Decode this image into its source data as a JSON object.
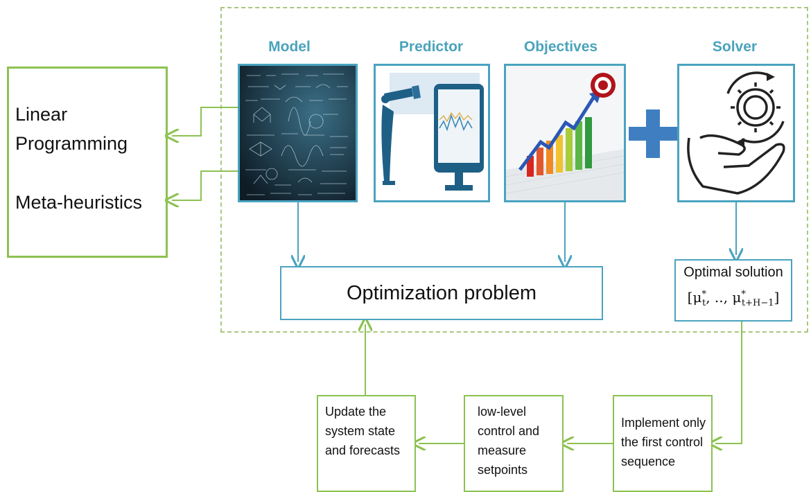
{
  "methods": {
    "linear_programming": [
      "Linear",
      "Programming"
    ],
    "meta_heuristics": "Meta-heuristics"
  },
  "components": {
    "model": "Model",
    "predictor": "Predictor",
    "objectives": "Objectives",
    "solver": "Solver"
  },
  "optimization_problem": "Optimization problem",
  "optimal_solution": {
    "title": "Optimal solution",
    "formula": "[μ",
    "formula_mid": ", .., μ",
    "formula_end": "]",
    "sub1": "t",
    "sub2": "t+H−1",
    "sup": "*"
  },
  "steps": {
    "implement": [
      "Implement only",
      "the first control",
      "sequence"
    ],
    "low_level": [
      "low-level",
      "control and",
      "measure",
      "setpoints"
    ],
    "update": [
      "Update the",
      "system state",
      "and forecasts"
    ]
  },
  "colors": {
    "green": "#8cc251",
    "blue": "#4aa3c0",
    "plus": "#3f7fc1"
  }
}
